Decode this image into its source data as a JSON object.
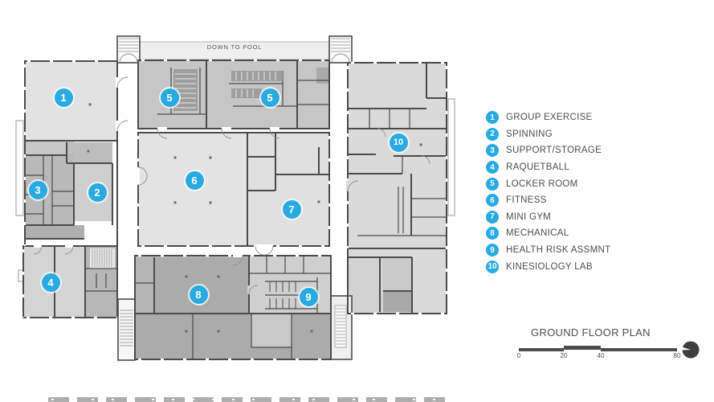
{
  "plan": {
    "pool_label": "DOWN TO POOL",
    "badges": [
      {
        "number": "1"
      },
      {
        "number": "5"
      },
      {
        "number": "5"
      },
      {
        "number": "10"
      },
      {
        "number": "2"
      },
      {
        "number": "3"
      },
      {
        "number": "6"
      },
      {
        "number": "7"
      },
      {
        "number": "4"
      },
      {
        "number": "8"
      },
      {
        "number": "9"
      }
    ]
  },
  "legend": {
    "items": [
      {
        "num": "1",
        "label": "GROUP EXERCISE"
      },
      {
        "num": "2",
        "label": "SPINNING"
      },
      {
        "num": "3",
        "label": "SUPPORT/STORAGE"
      },
      {
        "num": "4",
        "label": "RAQUETBALL"
      },
      {
        "num": "5",
        "label": "LOCKER ROOM"
      },
      {
        "num": "6",
        "label": "FITNESS"
      },
      {
        "num": "7",
        "label": "MINI GYM"
      },
      {
        "num": "8",
        "label": "MECHANICAL"
      },
      {
        "num": "9",
        "label": "HEALTH RISK ASSMNT"
      },
      {
        "num": "10",
        "label": "KINESIOLOGY LAB"
      }
    ]
  },
  "titleblock": {
    "title": "GROUND FLOOR PLAN",
    "scale_ticks": [
      "0",
      "20",
      "40",
      "80"
    ]
  },
  "colors": {
    "accent": "#29ABE2",
    "text": "#4D4D4D",
    "wall": "#4B4B4B"
  }
}
